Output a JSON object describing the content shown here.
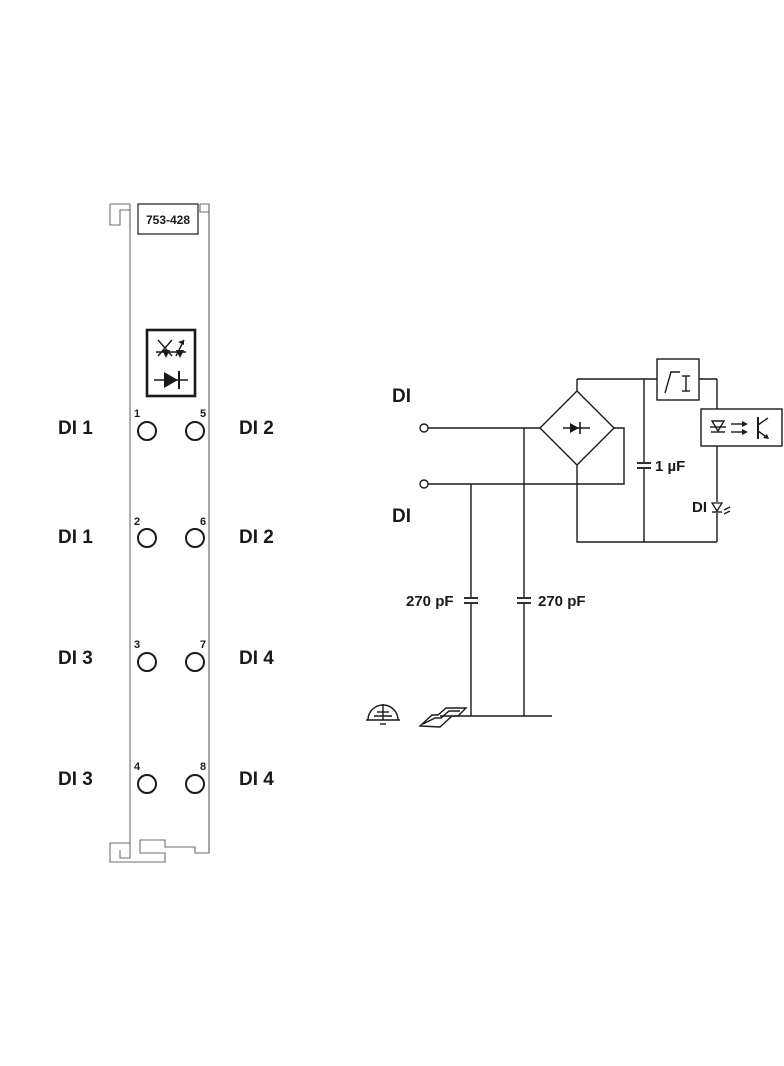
{
  "module": {
    "part_number": "753-428",
    "icon": "input-module-symbol-icon"
  },
  "left_labels": [
    "DI 1",
    "DI 1",
    "DI 3",
    "DI 3"
  ],
  "right_labels": [
    "DI 2",
    "DI 2",
    "DI 4",
    "DI 4"
  ],
  "pin_numbers_left": [
    "1",
    "2",
    "3",
    "4"
  ],
  "pin_numbers_right": [
    "5",
    "6",
    "7",
    "8"
  ],
  "schematic": {
    "input_top": "DI",
    "input_bottom": "DI",
    "cap_left": "270 pF",
    "cap_right": "270 pF",
    "cap_bridge": "1 µF",
    "status_led": "DI",
    "icons": [
      "bridge-rectifier-icon",
      "current-limiter-icon",
      "optocoupler-icon",
      "ground-icon",
      "din-rail-icon",
      "led-icon"
    ]
  }
}
